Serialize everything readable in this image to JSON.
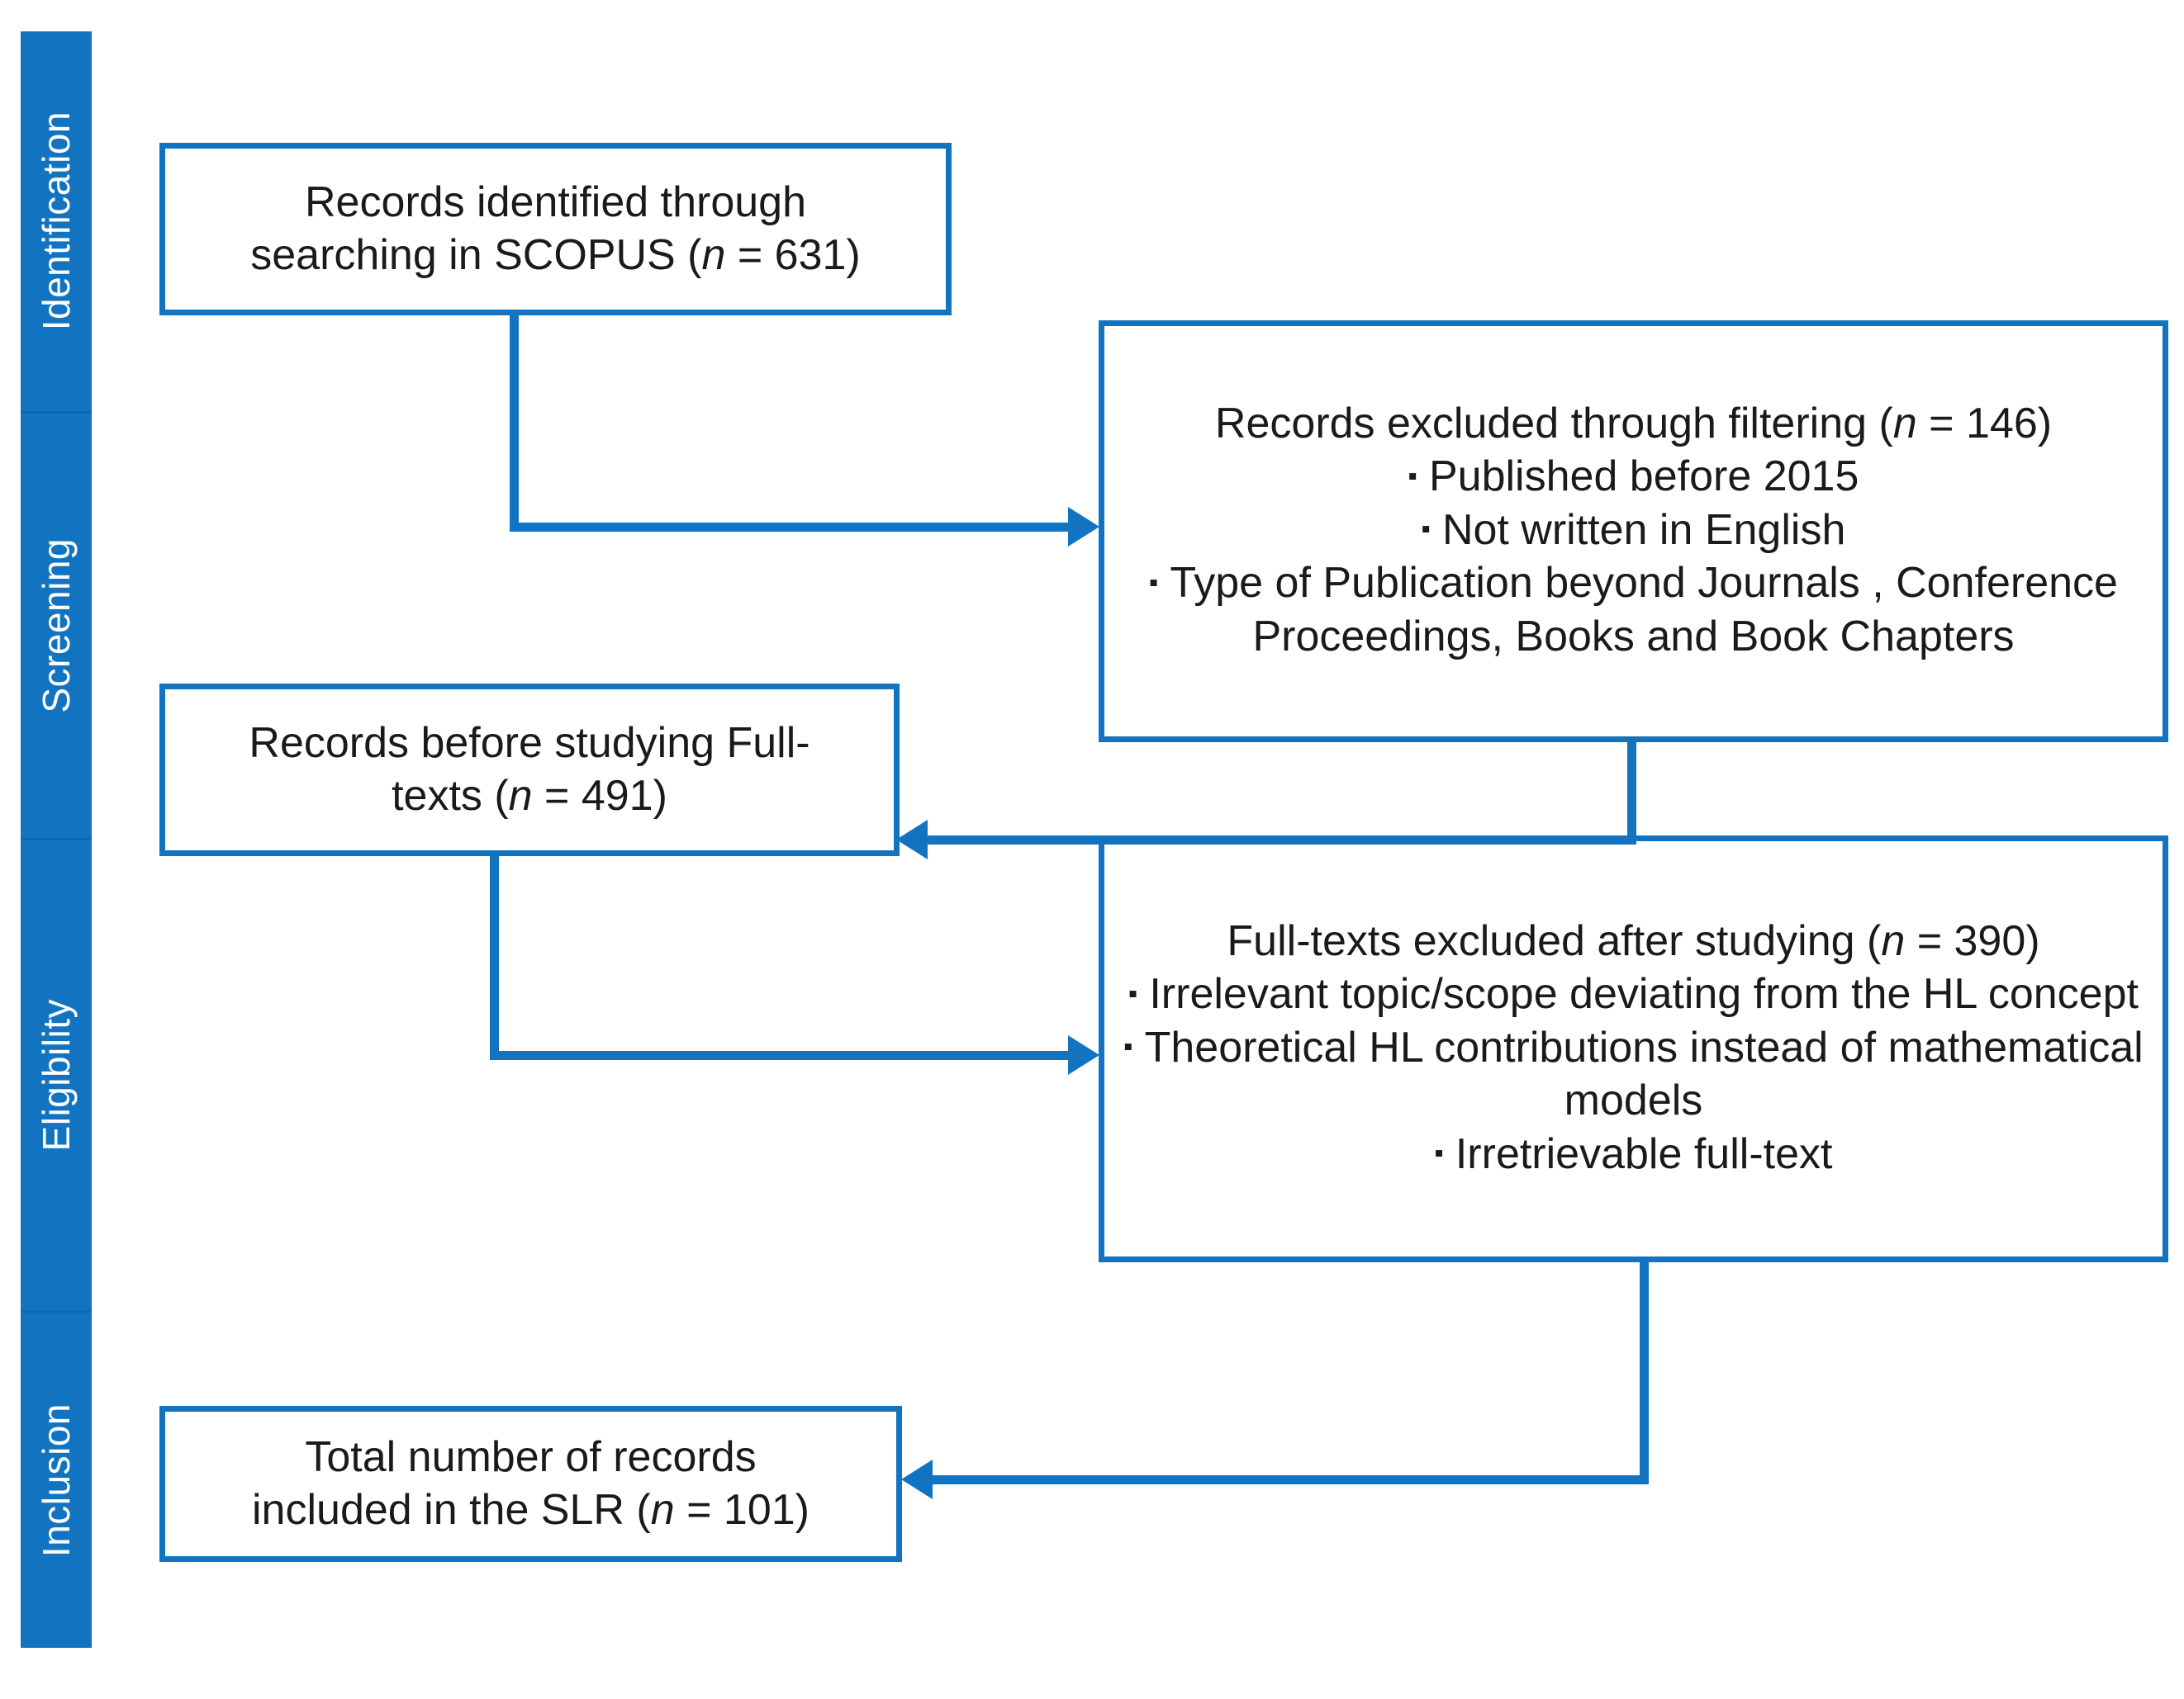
{
  "diagram": {
    "type": "prisma-flow",
    "accent_color": "#1274C0",
    "text_color": "#1a1a1a",
    "background_color": "#ffffff",
    "bullet_glyph": "▪"
  },
  "phases": [
    {
      "id": "identification",
      "label": "Identification"
    },
    {
      "id": "screening",
      "label": "Screening"
    },
    {
      "id": "eligibility",
      "label": "Eligibility"
    },
    {
      "id": "inclusion",
      "label": "Inclusion"
    }
  ],
  "nodes": {
    "identified": {
      "line1": "Records identified through",
      "line2_pre": "searching in SCOPUS (",
      "line2_italic": "n",
      "line2_post": " = 631)",
      "count": 631
    },
    "excluded": {
      "title_pre": "Records excluded through filtering (",
      "title_italic": "n",
      "title_post": " = 146)",
      "count": 146,
      "bullets": [
        "Published before 2015",
        "Not written in English",
        "Type of Publication beyond Journals , Conference Proceedings, Books and Book Chapters"
      ]
    },
    "before_fulltext": {
      "line1": "Records before studying Full-",
      "line2_pre": "texts (",
      "line2_italic": "n",
      "line2_post": " = 491)",
      "count": 491
    },
    "fulltext_excluded": {
      "title_pre": "Full-texts excluded after studying (",
      "title_italic": "n",
      "title_post": " = 390)",
      "count": 390,
      "bullets": [
        "Irrelevant topic/scope deviating from the HL concept",
        "Theoretical HL contributions instead of mathematical models",
        "Irretrievable full-text"
      ]
    },
    "total_included": {
      "line1": "Total number of records",
      "line2_pre": "included in the SLR (",
      "line2_italic": "n",
      "line2_post": " = 101)",
      "count": 101
    }
  },
  "connectors": [
    {
      "id": "identified-to-excluded",
      "from": "identified",
      "to": "excluded",
      "direction": "right"
    },
    {
      "id": "excluded-to-before",
      "from": "excluded",
      "to": "before_fulltext",
      "direction": "left"
    },
    {
      "id": "before-to-fulltext-excluded",
      "from": "before_fulltext",
      "to": "fulltext_excluded",
      "direction": "right"
    },
    {
      "id": "fulltext-excluded-to-total",
      "from": "fulltext_excluded",
      "to": "total_included",
      "direction": "left"
    }
  ]
}
